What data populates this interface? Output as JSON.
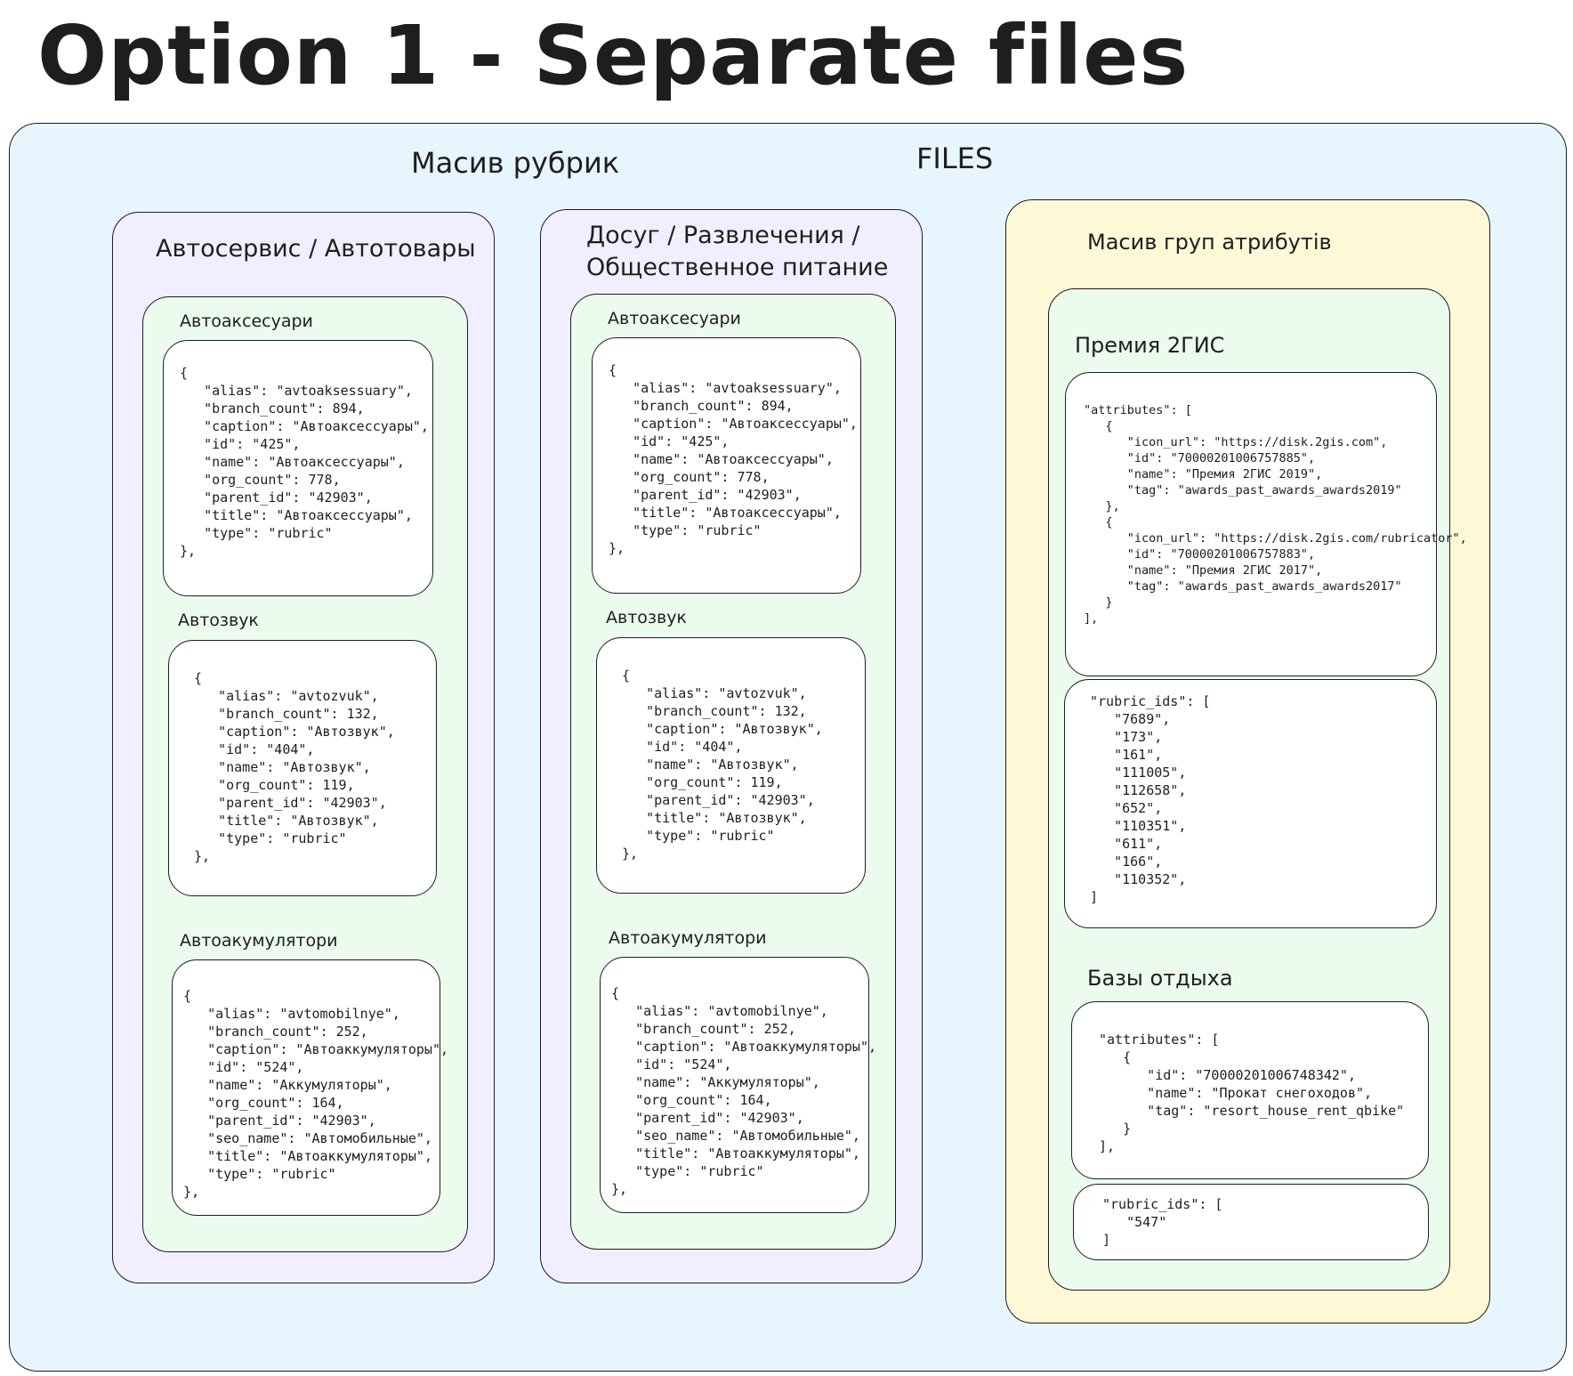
{
  "title": "Option 1 - Separate files",
  "files": {
    "label": "FILES",
    "rubrics_label": "Масив рубрик",
    "attr_groups_label": "Масив груп атрибутів",
    "rubric_groups": [
      {
        "title": "Автосервис / Автотовары",
        "items": [
          {
            "label": "Автоаксесуари",
            "json": "{\n   \"alias\": \"avtoaksessuary\",\n   \"branch_count\": 894,\n   \"caption\": \"Автоаксессуары\",\n   \"id\": \"425\",\n   \"name\": \"Автоаксессуары\",\n   \"org_count\": 778,\n   \"parent_id\": \"42903\",\n   \"title\": \"Автоаксессуары\",\n   \"type\": \"rubric\"\n},"
          },
          {
            "label": "Автозвук",
            "json": "{\n   \"alias\": \"avtozvuk\",\n   \"branch_count\": 132,\n   \"caption\": \"Автозвук\",\n   \"id\": \"404\",\n   \"name\": \"Автозвук\",\n   \"org_count\": 119,\n   \"parent_id\": \"42903\",\n   \"title\": \"Автозвук\",\n   \"type\": \"rubric\"\n},"
          },
          {
            "label": "Автоакумулятори",
            "json": "{\n   \"alias\": \"avtomobilnye\",\n   \"branch_count\": 252,\n   \"caption\": \"Автоаккумуляторы\",\n   \"id\": \"524\",\n   \"name\": \"Аккумуляторы\",\n   \"org_count\": 164,\n   \"parent_id\": \"42903\",\n   \"seo_name\": \"Автомобильные\",\n   \"title\": \"Автоаккумуляторы\",\n   \"type\": \"rubric\"\n},"
          }
        ]
      },
      {
        "title": "Досуг / Развлечения /\nОбщественное питание",
        "items": [
          {
            "label": "Автоаксесуари",
            "json": "{\n   \"alias\": \"avtoaksessuary\",\n   \"branch_count\": 894,\n   \"caption\": \"Автоаксессуары\",\n   \"id\": \"425\",\n   \"name\": \"Автоаксессуары\",\n   \"org_count\": 778,\n   \"parent_id\": \"42903\",\n   \"title\": \"Автоаксессуары\",\n   \"type\": \"rubric\"\n},"
          },
          {
            "label": "Автозвук",
            "json": "{\n   \"alias\": \"avtozvuk\",\n   \"branch_count\": 132,\n   \"caption\": \"Автозвук\",\n   \"id\": \"404\",\n   \"name\": \"Автозвук\",\n   \"org_count\": 119,\n   \"parent_id\": \"42903\",\n   \"title\": \"Автозвук\",\n   \"type\": \"rubric\"\n},"
          },
          {
            "label": "Автоакумулятори",
            "json": "{\n   \"alias\": \"avtomobilnye\",\n   \"branch_count\": 252,\n   \"caption\": \"Автоаккумуляторы\",\n   \"id\": \"524\",\n   \"name\": \"Аккумуляторы\",\n   \"org_count\": 164,\n   \"parent_id\": \"42903\",\n   \"seo_name\": \"Автомобильные\",\n   \"title\": \"Автоаккумуляторы\",\n   \"type\": \"rubric\"\n},"
          }
        ]
      }
    ],
    "attribute_groups": [
      {
        "title": "Премия 2ГИС",
        "attributes_json": "\"attributes\": [\n   {\n      \"icon_url\": \"https://disk.2gis.com\",\n      \"id\": \"70000201006757885\",\n      \"name\": \"Премия 2ГИС 2019\",\n      \"tag\": \"awards_past_awards_awards2019\"\n   },\n   {\n      \"icon_url\": \"https://disk.2gis.com/rubricator\",\n      \"id\": \"70000201006757883\",\n      \"name\": \"Премия 2ГИС 2017\",\n      \"tag\": \"awards_past_awards_awards2017\"\n   }\n],",
        "rubric_ids_json": "\"rubric_ids\": [\n   \"7689\",\n   \"173\",\n   \"161\",\n   \"111005\",\n   \"112658\",\n   \"652\",\n   \"110351\",\n   \"611\",\n   \"166\",\n   \"110352\",\n]"
      },
      {
        "title": "Базы отдыха",
        "attributes_json": "\"attributes\": [\n   {\n      \"id\": \"70000201006748342\",\n      \"name\": \"Прокат снегоходов\",\n      \"tag\": \"resort_house_rent_qbike\"\n   }\n],",
        "rubric_ids_json": "\"rubric_ids\": [\n   \"547\"\n]"
      }
    ]
  }
}
